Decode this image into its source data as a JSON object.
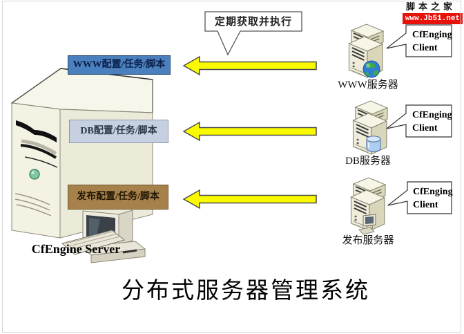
{
  "watermark": {
    "site_name": "脚本之家",
    "site_url": "www.Jb51.net",
    "badge_color": "#e8120c"
  },
  "title": "分布式服务器管理系统",
  "annotation": {
    "text": "定期获取并执行"
  },
  "master_server": {
    "name": "CfEngine Server",
    "config_labels": [
      {
        "text": "WWW配置/任务/脚本",
        "bg": "#4a80bd",
        "text_color": "#0c1f4a",
        "border": "#24466e"
      },
      {
        "text": "DB配置/任务/脚本",
        "bg": "#c6d0e0",
        "text_color": "#2a3848",
        "border": "#8a96a8"
      },
      {
        "text": "发布配置/任务/脚本",
        "bg": "#a6814b",
        "text_color": "#241804",
        "border": "#6e5428"
      }
    ]
  },
  "client_servers": [
    {
      "name": "WWW服务器",
      "icon": "globe-icon",
      "callout": {
        "line1": "CfEnging",
        "line2": "Client"
      }
    },
    {
      "name": "DB服务器",
      "icon": "database-icon",
      "callout": {
        "line1": "CfEnging",
        "line2": "Client"
      }
    },
    {
      "name": "发布服务器",
      "icon": "desktop-icon",
      "callout": {
        "line1": "CfEnging",
        "line2": "Client"
      }
    }
  ],
  "arrows": {
    "count": 3,
    "direction": "right-to-left",
    "fill": "#f9f900",
    "outline": "#4a4a4a"
  }
}
